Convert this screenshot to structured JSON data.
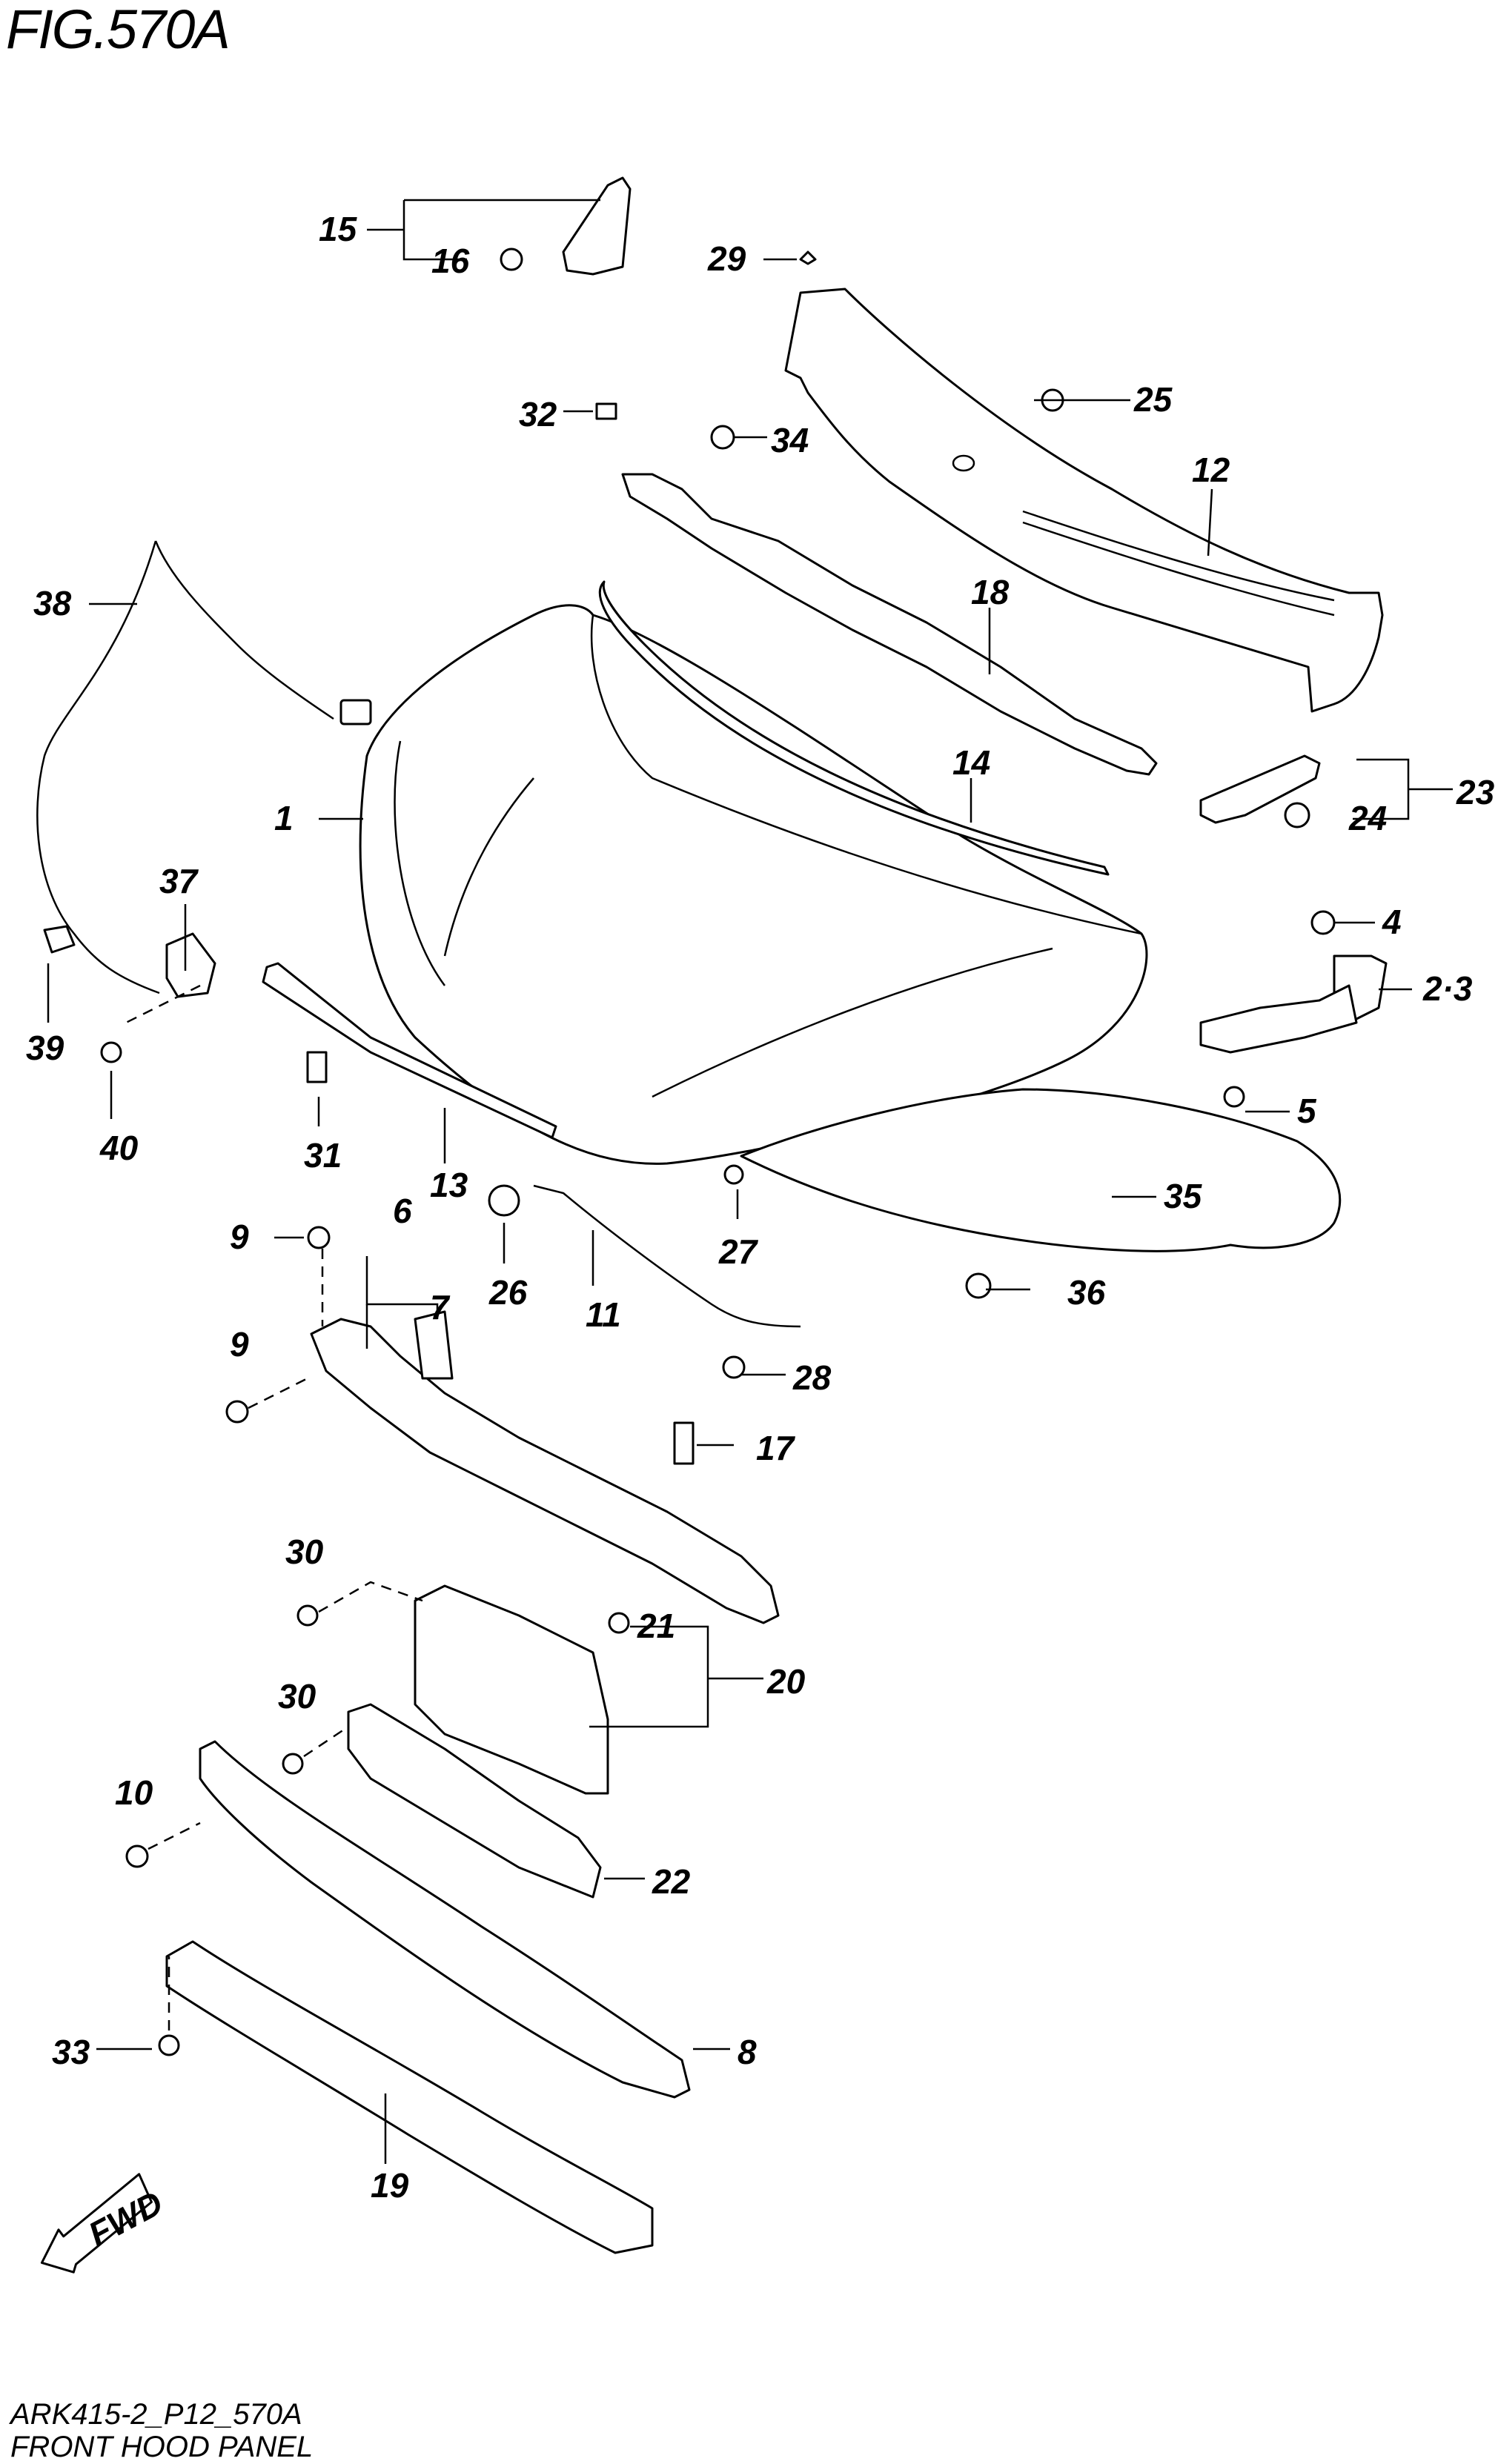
{
  "figure": {
    "title": "FIG.570A"
  },
  "footer": {
    "code": "ARK415-2_P12_570A",
    "caption": "FRONT HOOD PANEL"
  },
  "fwd_label": "FWD",
  "callouts": {
    "c1": "1",
    "c2_3": "2·3",
    "c4": "4",
    "c5": "5",
    "c6": "6",
    "c7": "7",
    "c8": "8",
    "c9a": "9",
    "c9b": "9",
    "c10": "10",
    "c11": "11",
    "c12": "12",
    "c13": "13",
    "c14": "14",
    "c15": "15",
    "c16": "16",
    "c17": "17",
    "c18": "18",
    "c19": "19",
    "c20": "20",
    "c21": "21",
    "c22": "22",
    "c23": "23",
    "c24": "24",
    "c25": "25",
    "c26": "26",
    "c27": "27",
    "c28": "28",
    "c29": "29",
    "c30a": "30",
    "c30b": "30",
    "c31": "31",
    "c32": "32",
    "c33": "33",
    "c34": "34",
    "c35": "35",
    "c36": "36",
    "c37": "37",
    "c38": "38",
    "c39": "39",
    "c40": "40"
  }
}
